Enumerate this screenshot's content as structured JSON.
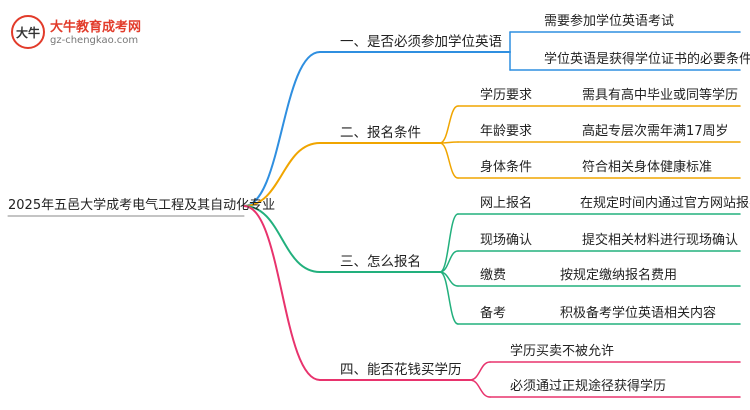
{
  "logo": {
    "name": "大牛教育成考网",
    "url": "gz-chengkao.com",
    "mark_text": "大牛",
    "color": "#e23b2a"
  },
  "root": "2025年五邑大学成考电气工程及其自动化专业",
  "branches": [
    {
      "label": "一、是否必须参加学位英语",
      "color": "#2f8fe0",
      "children": [
        {
          "label": "需要参加学位英语考试"
        },
        {
          "label": "学位英语是获得学位证书的必要条件"
        }
      ]
    },
    {
      "label": "二、报名条件",
      "color": "#f0a500",
      "children": [
        {
          "label": "学历要求",
          "detail": "需具有高中毕业或同等学历"
        },
        {
          "label": "年龄要求",
          "detail": "高起专层次需年满17周岁"
        },
        {
          "label": "身体条件",
          "detail": "符合相关身体健康标准"
        }
      ]
    },
    {
      "label": "三、怎么报名",
      "color": "#22b07d",
      "children": [
        {
          "label": "网上报名",
          "detail": "在规定时间内通过官方网站报名"
        },
        {
          "label": "现场确认",
          "detail": "提交相关材料进行现场确认"
        },
        {
          "label": "缴费",
          "detail": "按规定缴纳报名费用"
        },
        {
          "label": "备考",
          "detail": "积极备考学位英语相关内容"
        }
      ]
    },
    {
      "label": "四、能否花钱买学历",
      "color": "#e8336d",
      "children": [
        {
          "label": "学历买卖不被允许"
        },
        {
          "label": "必须通过正规途径获得学历"
        }
      ]
    }
  ]
}
